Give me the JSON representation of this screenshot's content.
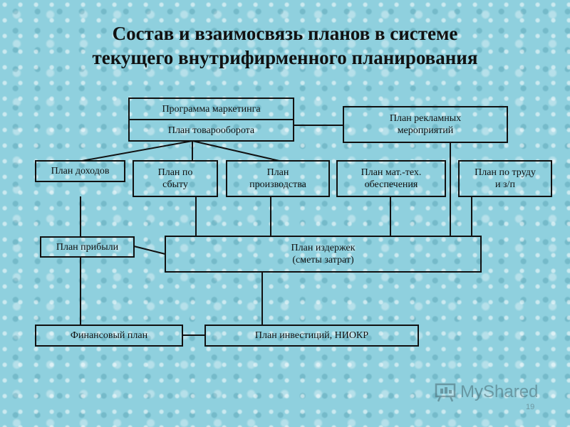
{
  "title": {
    "line1": "Состав и взаимосвязь планов  в системе",
    "line2": "текущего внутрифирменного планирования"
  },
  "boxes": {
    "marketing": "Программа маркетинга",
    "turnover": "План товарооборота",
    "advertising": "План рекламных\nмероприятий",
    "income": "План доходов",
    "sales": "План по\nсбыту",
    "production": "План\nпроизводства",
    "supply": "План мат.-тех.\nобеспечения",
    "labor": "План по труду\nи з/п",
    "profit": "План прибыли",
    "costs": "План издержек\n(сметы затрат)",
    "financial": "Финансовый план",
    "investment": "План инвестиций, НИОКР"
  },
  "logo": {
    "text": "MyShared",
    "icon": "presentation-board-icon"
  },
  "page_number": "19"
}
